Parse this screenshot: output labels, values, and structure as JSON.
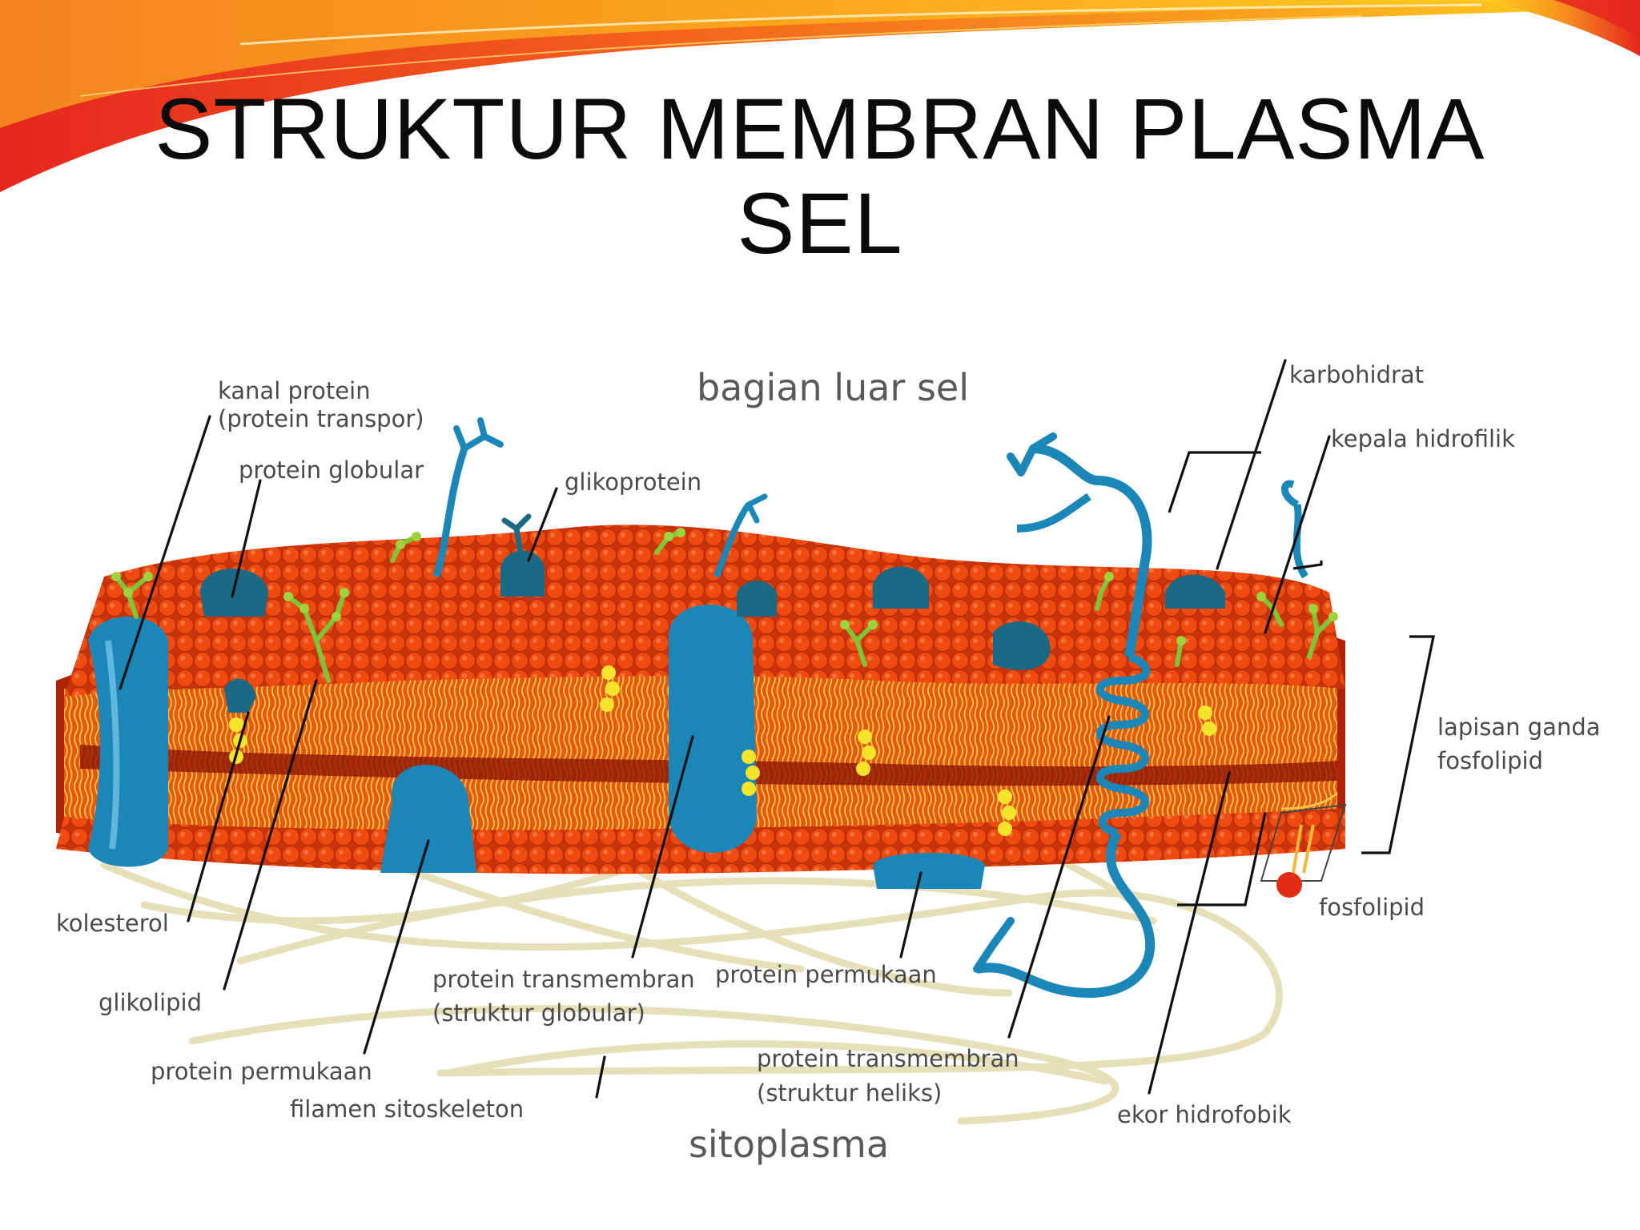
{
  "title": {
    "line1": "STRUKTUR MEMBRAN PLASMA",
    "line2": "SEL"
  },
  "colors": {
    "swoosh_red": "#e5261f",
    "swoosh_orange": "#f7941d",
    "swoosh_yellow": "#ffd21f",
    "phospholipid_head": "#e8400c",
    "inner_core": "#9c1b04",
    "lipid_tail": "#f0b93c",
    "protein": "#1b86b8",
    "protein_dark": "#1a6a86",
    "carbohydrate_green": "#9dd33c",
    "cholesterol": "#f4e52a",
    "filament": "#ebe6c2"
  },
  "diagram": {
    "regions": {
      "outside": "bagian luar sel",
      "inside": "sitoplasma"
    },
    "labels": {
      "kanal_protein_1": "kanal protein",
      "kanal_protein_2": "(protein transpor)",
      "protein_globular": "protein globular",
      "glikoprotein": "glikoprotein",
      "karbohidrat": "karbohidrat",
      "kepala_hidrofilik": "kepala hidrofilik",
      "lapisan_ganda_1": "lapisan ganda",
      "lapisan_ganda_2": "fosfolipid",
      "fosfolipid": "fosfolipid",
      "kolesterol": "kolesterol",
      "glikolipid": "glikolipid",
      "protein_permukaan_left": "protein permukaan",
      "filamen_sitoskeleton": "filamen sitoskeleton",
      "protein_transmembran_globular_1": "protein transmembran",
      "protein_transmembran_globular_2": "(struktur globular)",
      "protein_permukaan_mid": "protein permukaan",
      "protein_transmembran_heliks_1": "protein transmembran",
      "protein_transmembran_heliks_2": "(struktur heliks)",
      "ekor_hidrofobik": "ekor hidrofobik"
    }
  }
}
